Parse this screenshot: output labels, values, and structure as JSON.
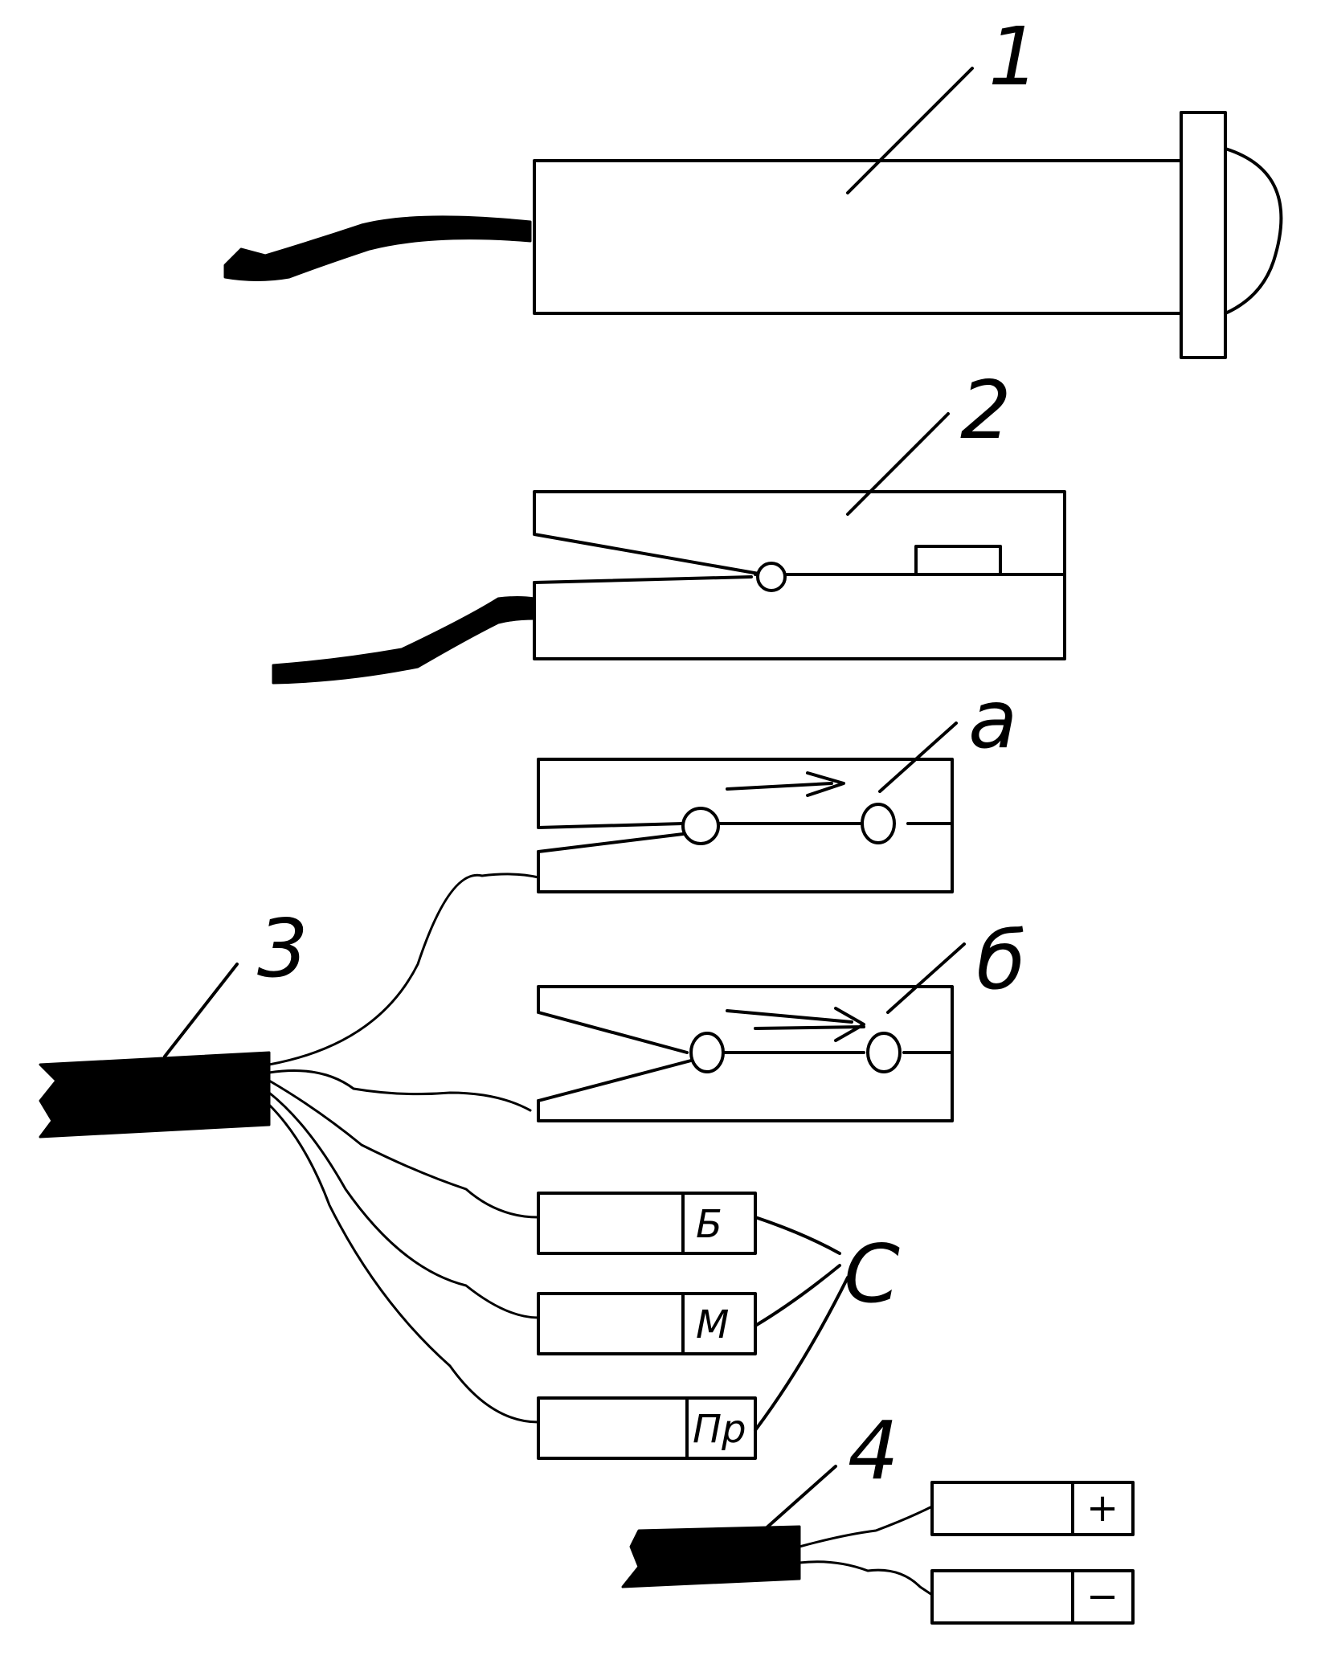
{
  "labels": {
    "part1": "1",
    "part2": "2",
    "part3": "3",
    "part4": "4",
    "variant_a": "a",
    "variant_b": "б",
    "group_c": "C"
  },
  "terminals": {
    "b": "Б",
    "m": "M",
    "pr": "Пр",
    "plus": "+",
    "minus": "−"
  },
  "colors": {
    "ink": "#000000",
    "paper": "#ffffff"
  }
}
